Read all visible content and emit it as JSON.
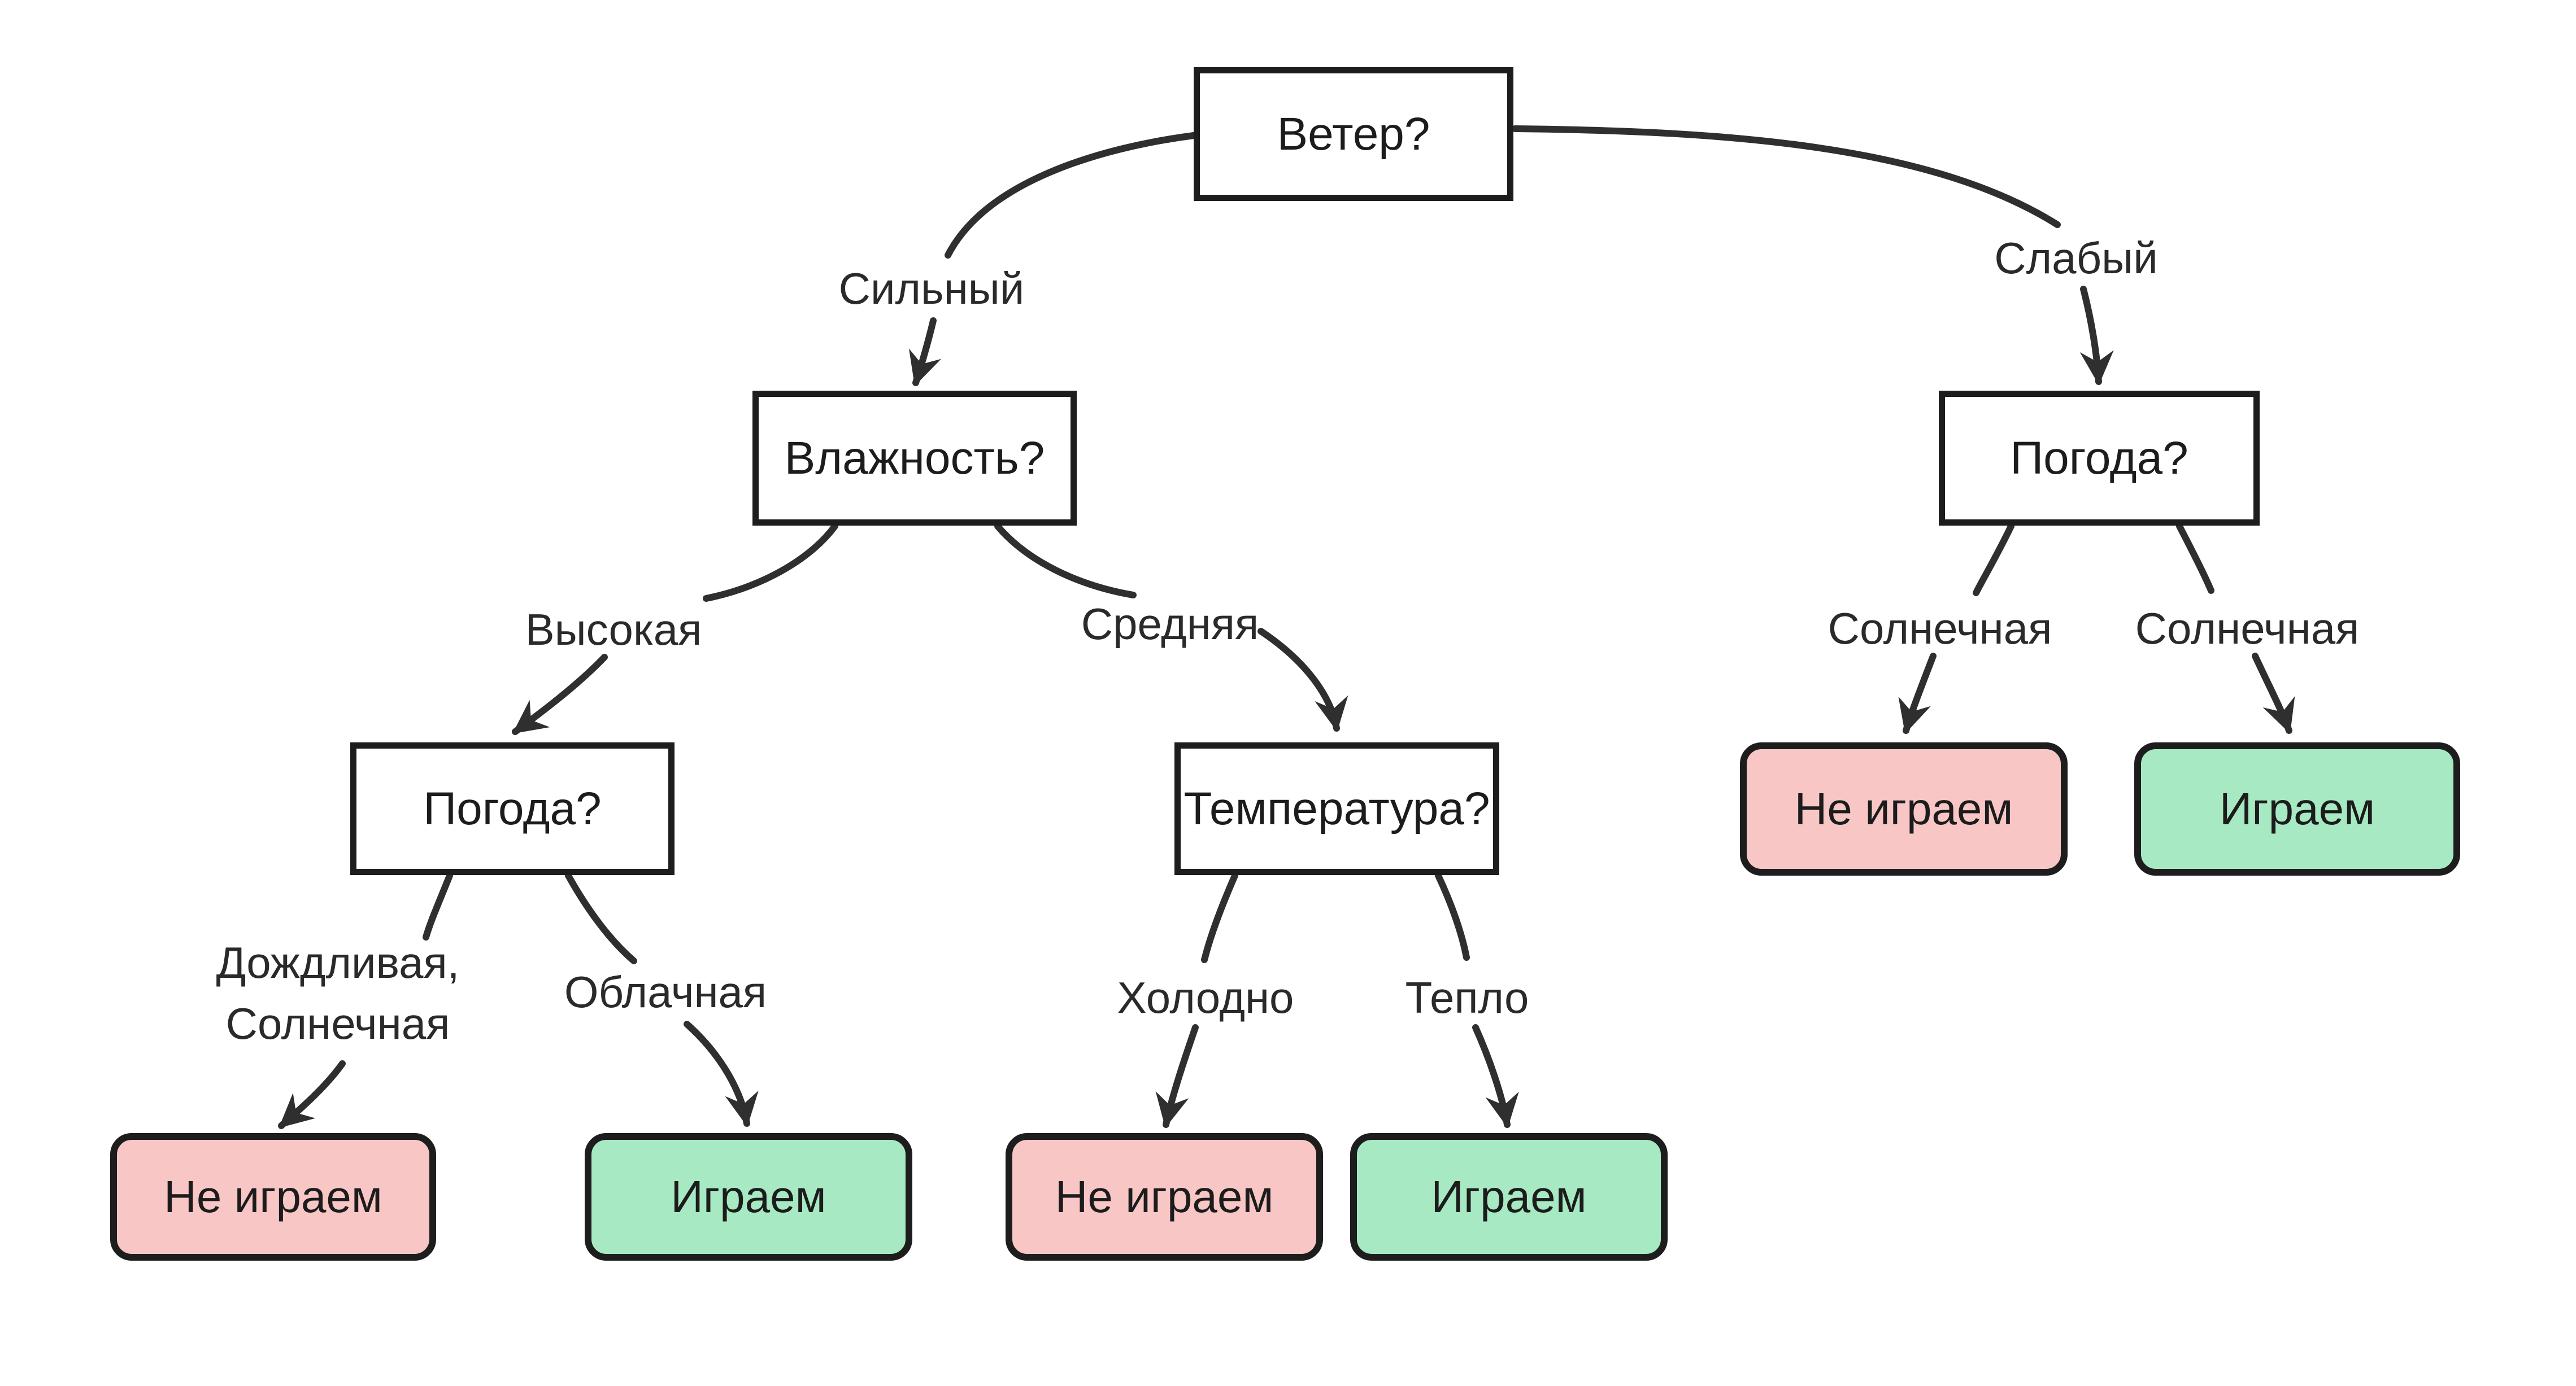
{
  "diagram": {
    "type": "decision-tree",
    "language": "ru",
    "colors": {
      "background": "#ffffff",
      "edge": "#2f2f2f",
      "node_border": "#1d1d1d",
      "node_fill": "#ffffff",
      "text": "#1c1c1c",
      "negative_fill": "#f9c6c6",
      "positive_fill": "#a6e9c2"
    },
    "nodes": {
      "root": "Ветер?",
      "humidity": "Влажность?",
      "weather_left": "Погода?",
      "weather_right": "Погода?",
      "temperature": "Температура?"
    },
    "edge_labels": {
      "strong": "Сильный",
      "weak": "Слабый",
      "high": "Высокая",
      "medium": "Средняя",
      "rainy_line1": "Дождливая,",
      "rainy_line2": "Солнечная",
      "cloudy": "Облачная",
      "cold": "Холодно",
      "warm": "Тепло",
      "sunny_left": "Солнечная",
      "sunny_right": "Солнечная"
    },
    "leaves": {
      "not_play": "Не играем",
      "play": "Играем"
    }
  }
}
